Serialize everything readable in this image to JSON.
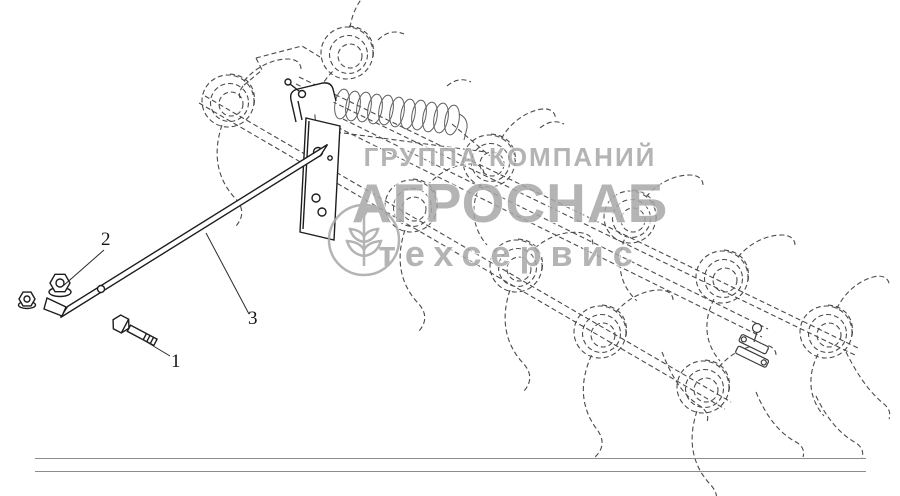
{
  "watermark": {
    "line1": "ГРУППА КОМПАНИЙ",
    "line2": "АГРОСНАБ",
    "line3": "техсервис",
    "logo_icon": "wheat-wreath-emblem"
  },
  "callouts": {
    "item1": "1",
    "item2": "2",
    "item3": "3"
  },
  "colors": {
    "background": "#ffffff",
    "context_line": "#4a4a4a",
    "part_line": "#1d1d1d",
    "watermark": "#a8a8a8"
  }
}
